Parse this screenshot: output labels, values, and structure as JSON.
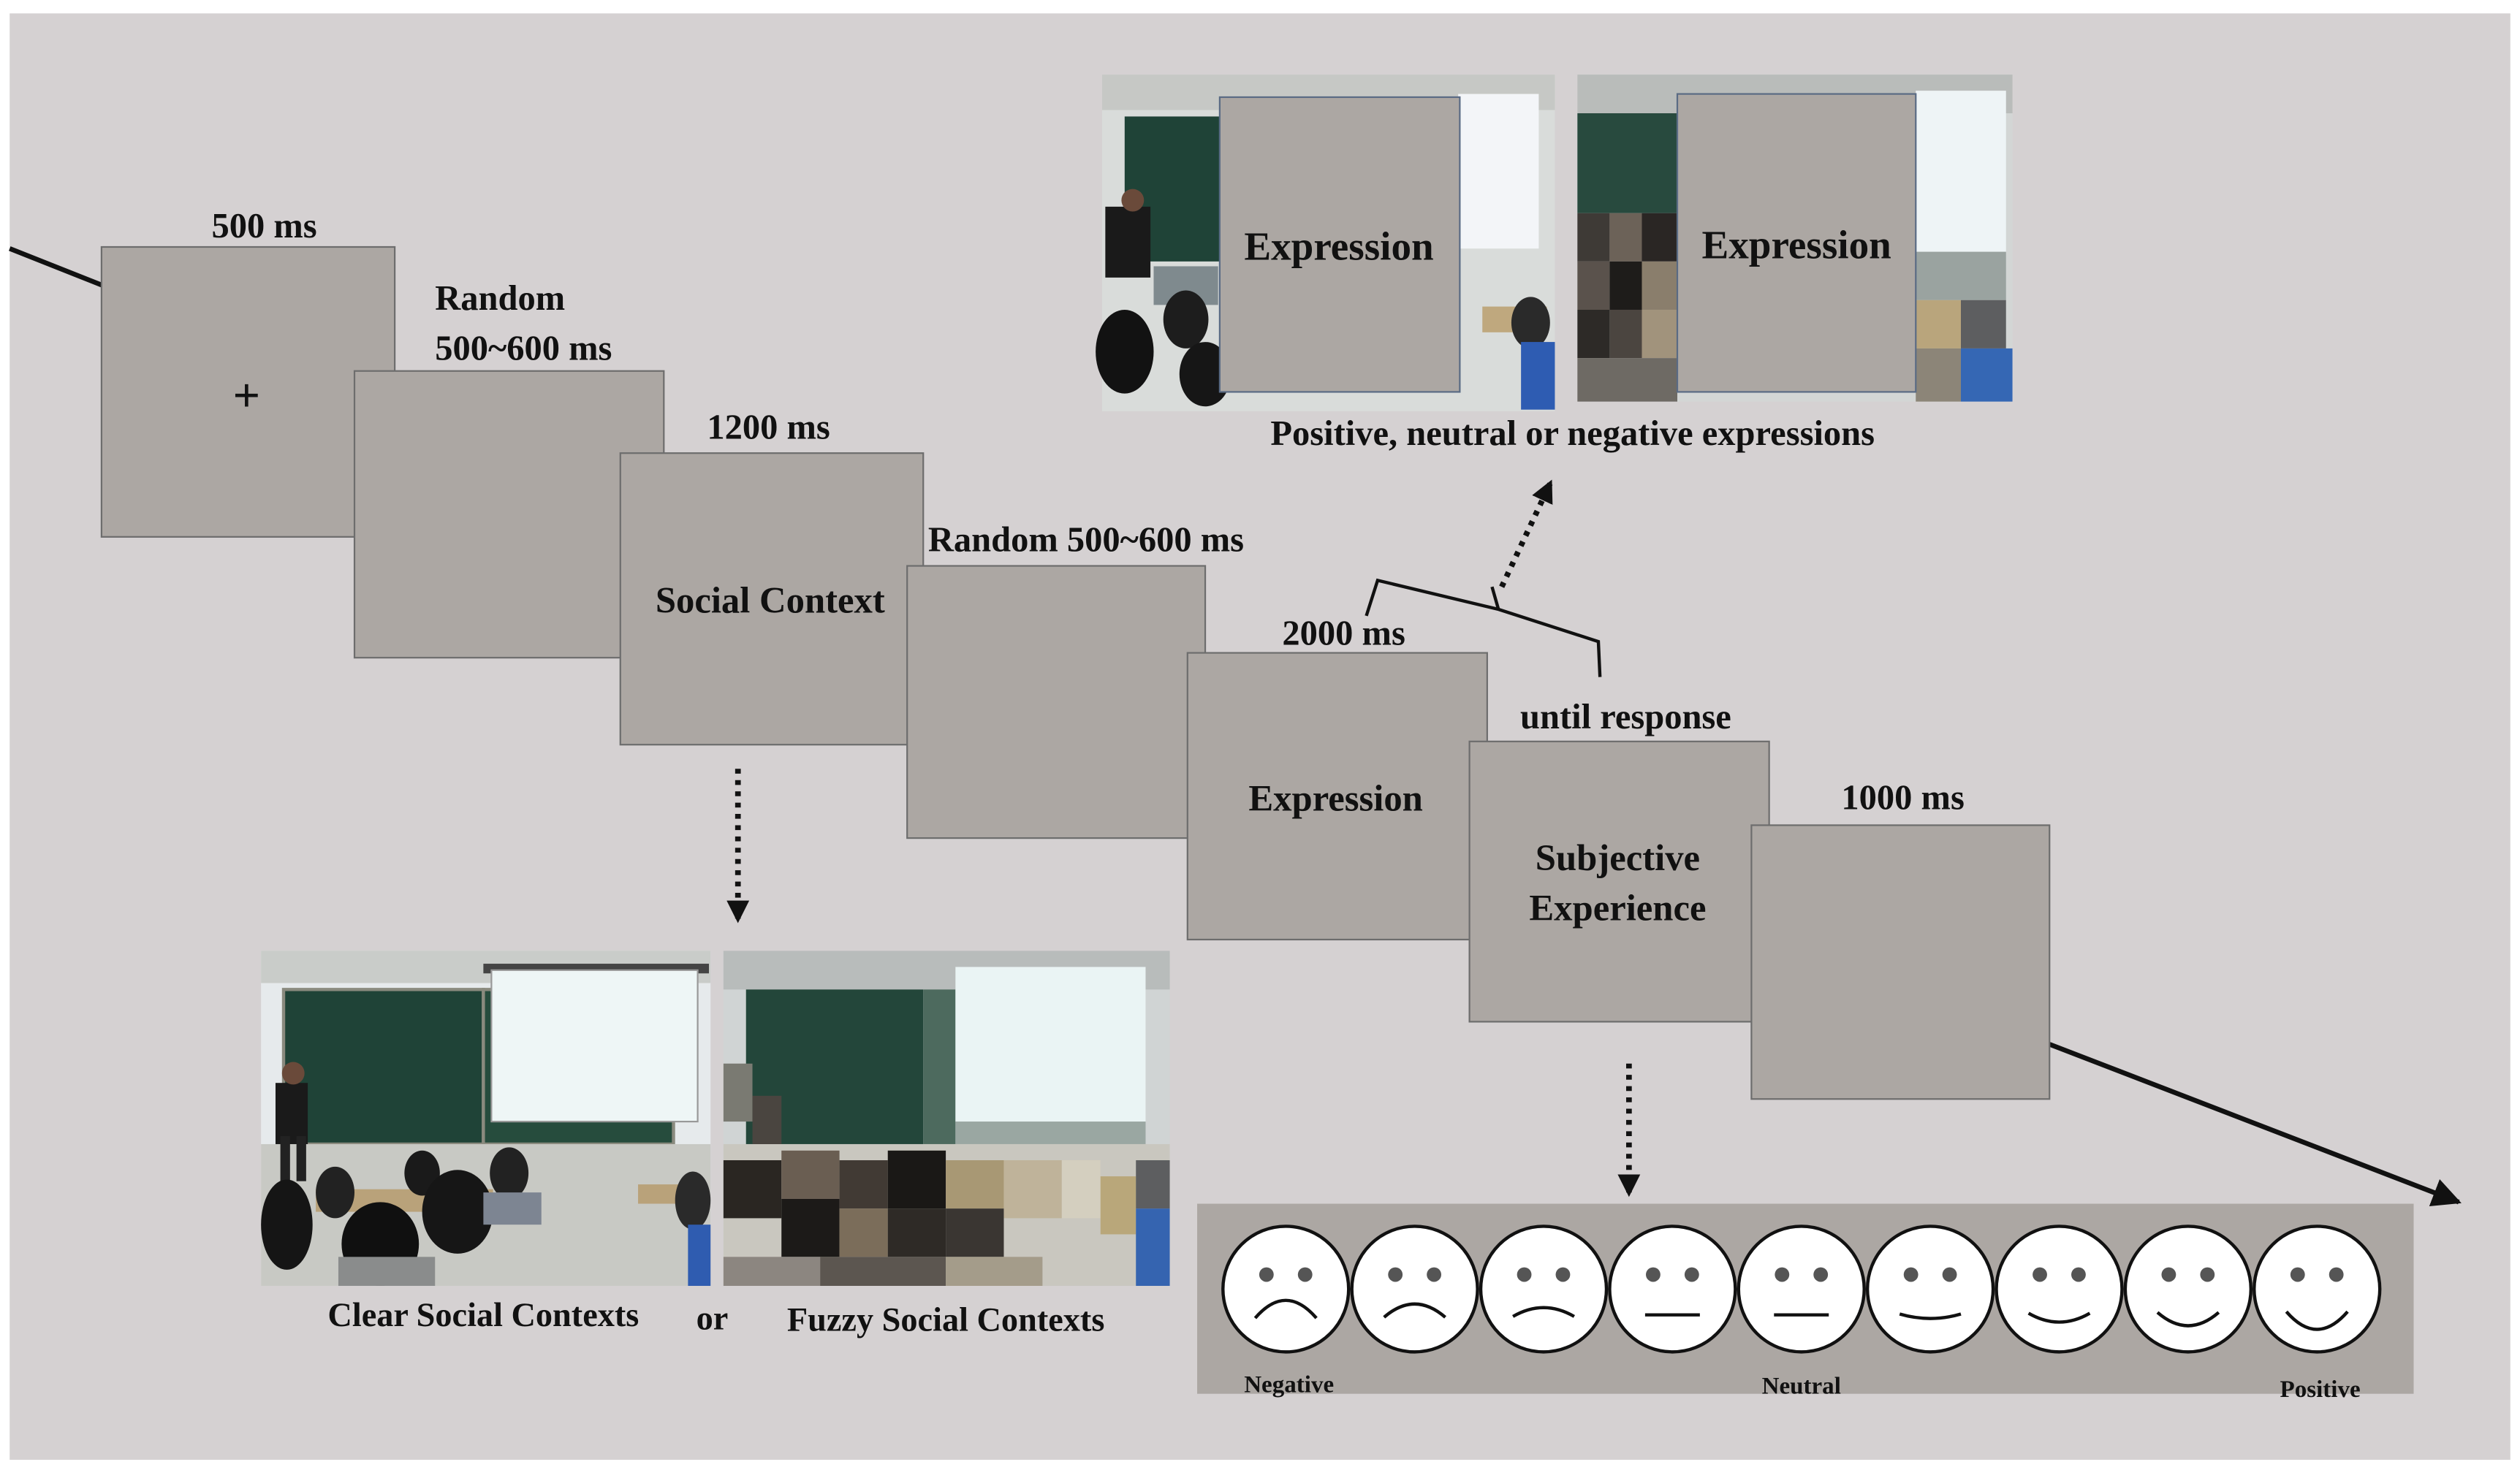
{
  "colors": {
    "background": "#d5d1d2",
    "frame": "#aca7a3",
    "frame_border": "#6d6d6d",
    "ink": "#111111",
    "scale_bar": "#aca7a3",
    "face_fill": "#ffffff"
  },
  "frames": {
    "fixation": {
      "timing": "500 ms",
      "symbol": "+"
    },
    "blank1": {
      "timing_line1": "Random",
      "timing_line2": "500~600 ms"
    },
    "context": {
      "timing": "1200 ms",
      "label": "Social Context"
    },
    "blank2": {
      "timing": "Random 500~600 ms"
    },
    "expression": {
      "timing": "2000 ms",
      "label": "Expression"
    },
    "rating": {
      "timing": "until response",
      "label_line1": "Subjective",
      "label_line2": "Experience"
    },
    "iti": {
      "timing": "1000 ms"
    }
  },
  "context_examples": {
    "clear_caption": "Clear Social Contexts",
    "or_label": "or",
    "fuzzy_caption": "Fuzzy  Social Contexts"
  },
  "expression_examples": {
    "panel1_label": "Expression",
    "panel2_label": "Expression",
    "caption": "Positive, neutral or negative expressions"
  },
  "rating_scale": {
    "labels": {
      "left": "Negative",
      "middle": "Neutral",
      "right": "Positive"
    },
    "faces": [
      {
        "mouth": "frown",
        "level": 1
      },
      {
        "mouth": "frown",
        "level": 2
      },
      {
        "mouth": "frown",
        "level": 3
      },
      {
        "mouth": "flat",
        "level": 4
      },
      {
        "mouth": "flat",
        "level": 5
      },
      {
        "mouth": "smile",
        "level": 6
      },
      {
        "mouth": "smile",
        "level": 7
      },
      {
        "mouth": "smile",
        "level": 8
      },
      {
        "mouth": "smile",
        "level": 9
      }
    ]
  },
  "icons": [
    "pixelated-classroom-photo",
    "classroom-photo",
    "smiley-face-icon",
    "dotted-arrow",
    "timeline-arrow"
  ]
}
